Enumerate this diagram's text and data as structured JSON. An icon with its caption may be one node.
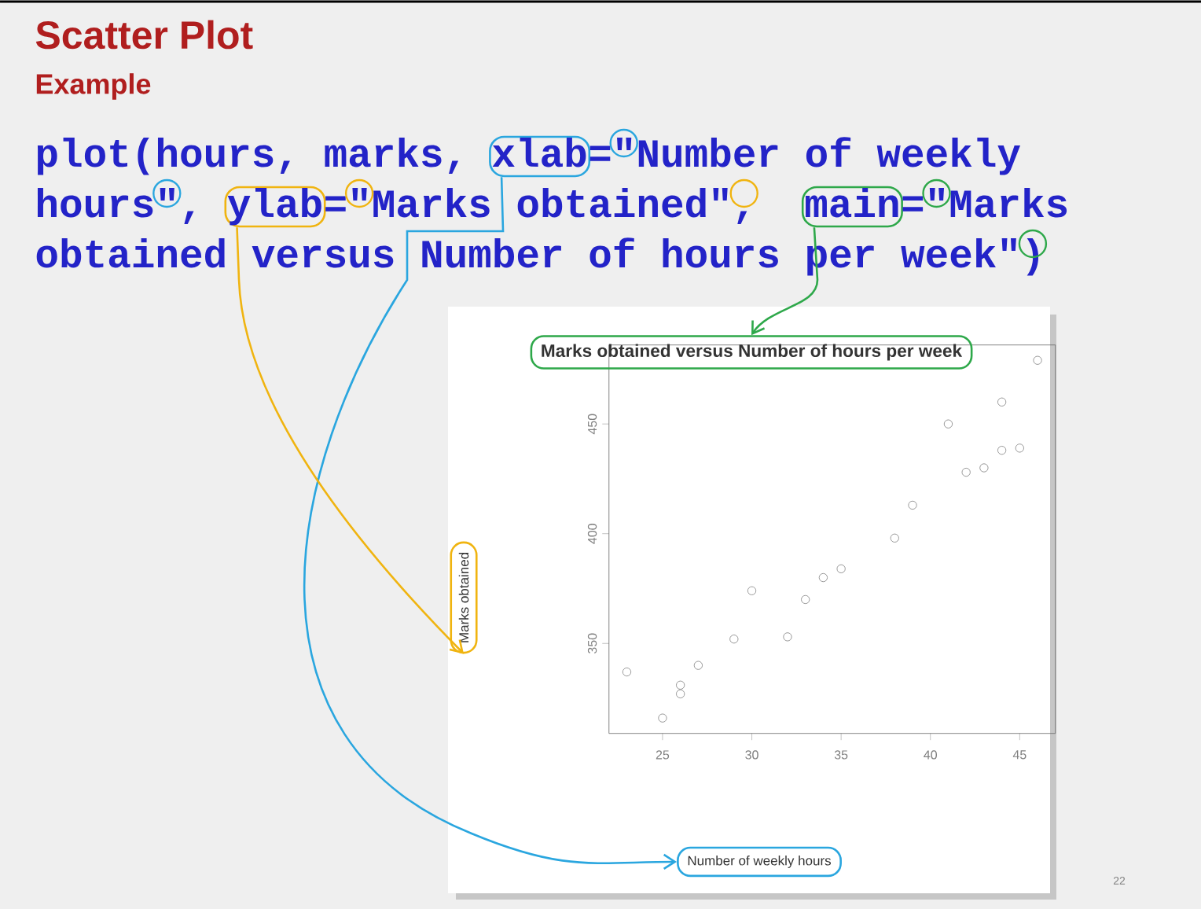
{
  "diagram": {
    "title": "Scatter Plot",
    "nodes": [
      {
        "text": [
          "xlab"
        ]
      },
      {
        "text": [
          "ylab"
        ]
      },
      {
        "text": [
          "main"
        ]
      },
      {
        "text": [
          "Marks obtained versus  Number of hours per week"
        ]
      },
      {
        "text": [
          "Marks obtained"
        ]
      },
      {
        "text": [
          "Number of weekly hours"
        ]
      }
    ],
    "edges": [
      {
        "from": 0,
        "to": 5,
        "arrow": "to",
        "color": "#2aa6df"
      },
      {
        "from": 1,
        "to": 4,
        "arrow": "to",
        "color": "#f0b410"
      },
      {
        "from": 2,
        "to": 3,
        "arrow": "to",
        "color": "#2ea84a"
      }
    ],
    "labels": [
      "Example",
      "plot(hours, marks,",
      "=\"Number of weekly",
      "hours\",",
      "=\"Marks obtained\",",
      "=\"Marks",
      "obtained versus  Number of hours per week\")",
      "22"
    ],
    "chart_data": {
      "type": "scatter",
      "x": [
        23,
        25,
        26,
        26,
        27,
        29,
        30,
        32,
        33,
        34,
        35,
        38,
        39,
        41,
        42,
        43,
        44,
        44,
        45,
        46
      ],
      "values": [
        337,
        316,
        331,
        327,
        340,
        352,
        374,
        353,
        370,
        380,
        384,
        398,
        413,
        450,
        428,
        430,
        460,
        438,
        439,
        479
      ],
      "xlim": [
        22,
        47
      ],
      "ylim": [
        309,
        486
      ],
      "xticks": [
        25,
        30,
        35,
        40,
        45
      ],
      "yticks": [
        350,
        400,
        450
      ]
    }
  }
}
